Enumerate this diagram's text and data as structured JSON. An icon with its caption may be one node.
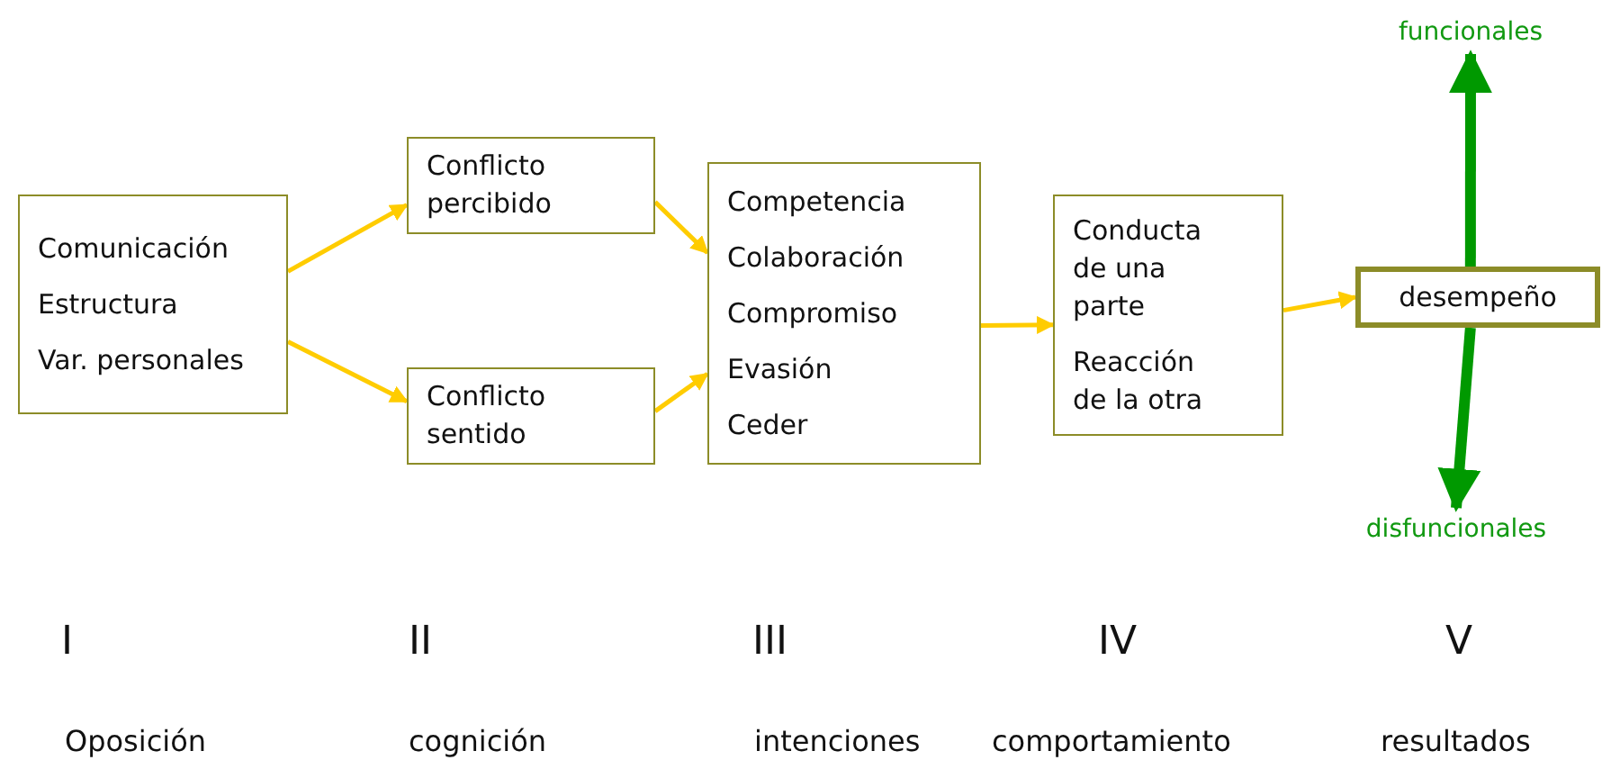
{
  "diagram": {
    "nodes": [
      {
        "text": [
          "Comunicación",
          "Estructura",
          "Var. personales"
        ]
      },
      {
        "text": [
          "Conflicto percibido"
        ]
      },
      {
        "text": [
          "Conflicto sentido"
        ]
      },
      {
        "text": [
          "Competencia",
          "Colaboración",
          "Compromiso",
          "Evasión",
          "Ceder"
        ]
      },
      {
        "text": [
          "Conducta de una parte",
          "Reacción de la otra"
        ]
      },
      {
        "text": [
          "desempeño"
        ]
      },
      {
        "text": [
          "funcionales"
        ]
      },
      {
        "text": [
          "disfuncionales"
        ]
      }
    ],
    "edges": [
      {
        "from": 0,
        "to": 1,
        "arrow": "to"
      },
      {
        "from": 0,
        "to": 2,
        "arrow": "to"
      },
      {
        "from": 1,
        "to": 3,
        "arrow": "to"
      },
      {
        "from": 2,
        "to": 3,
        "arrow": "to"
      },
      {
        "from": 3,
        "to": 4,
        "arrow": "to"
      },
      {
        "from": 4,
        "to": 5,
        "arrow": "to"
      },
      {
        "from": 5,
        "to": 6,
        "arrow": "to",
        "style": "thick",
        "color": "#009900"
      },
      {
        "from": 5,
        "to": 7,
        "arrow": "to",
        "style": "thick",
        "color": "#009900"
      }
    ],
    "labels": [
      "I",
      "II",
      "III",
      "IV",
      "V",
      "Oposición",
      "cognición",
      "intenciones",
      "comportamiento",
      "resultados"
    ]
  }
}
